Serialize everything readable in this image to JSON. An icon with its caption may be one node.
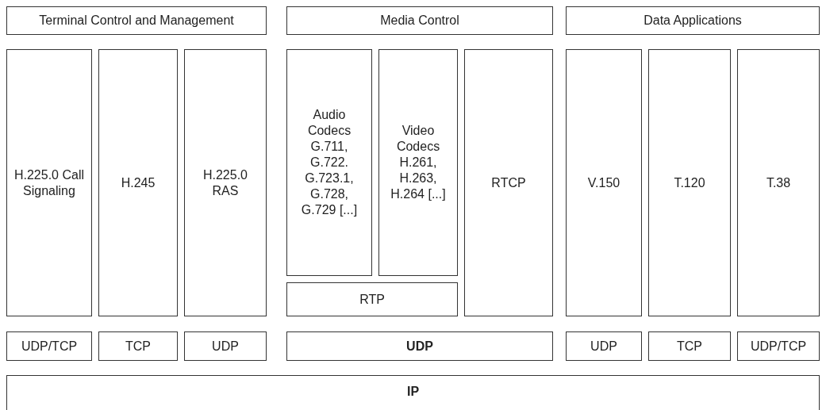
{
  "diagram": {
    "nodes": [
      {
        "text": [
          "Terminal Control and Management"
        ]
      },
      {
        "text": [
          "Media Control"
        ]
      },
      {
        "text": [
          "Data Applications"
        ]
      },
      {
        "text": [
          "H.225.0 Call Signaling"
        ]
      },
      {
        "text": [
          "H.245"
        ]
      },
      {
        "text": [
          "H.225.0 RAS"
        ]
      },
      {
        "text": [
          "Audio Codecs G.711, G.722. G.723.1, G.728, G.729 [...]"
        ]
      },
      {
        "text": [
          "Video Codecs H.261, H.263, H.264 [...]"
        ]
      },
      {
        "text": [
          "RTCP"
        ]
      },
      {
        "text": [
          "V.150"
        ]
      },
      {
        "text": [
          "T.120"
        ]
      },
      {
        "text": [
          "T.38"
        ]
      },
      {
        "text": [
          "RTP"
        ]
      },
      {
        "text": [
          "UDP/TCP"
        ]
      },
      {
        "text": [
          "TCP"
        ]
      },
      {
        "text": [
          "UDP"
        ]
      },
      {
        "text": [
          "UDP"
        ]
      },
      {
        "text": [
          "UDP"
        ]
      },
      {
        "text": [
          "TCP"
        ]
      },
      {
        "text": [
          "UDP/TCP"
        ]
      },
      {
        "text": [
          "IP"
        ]
      }
    ]
  }
}
